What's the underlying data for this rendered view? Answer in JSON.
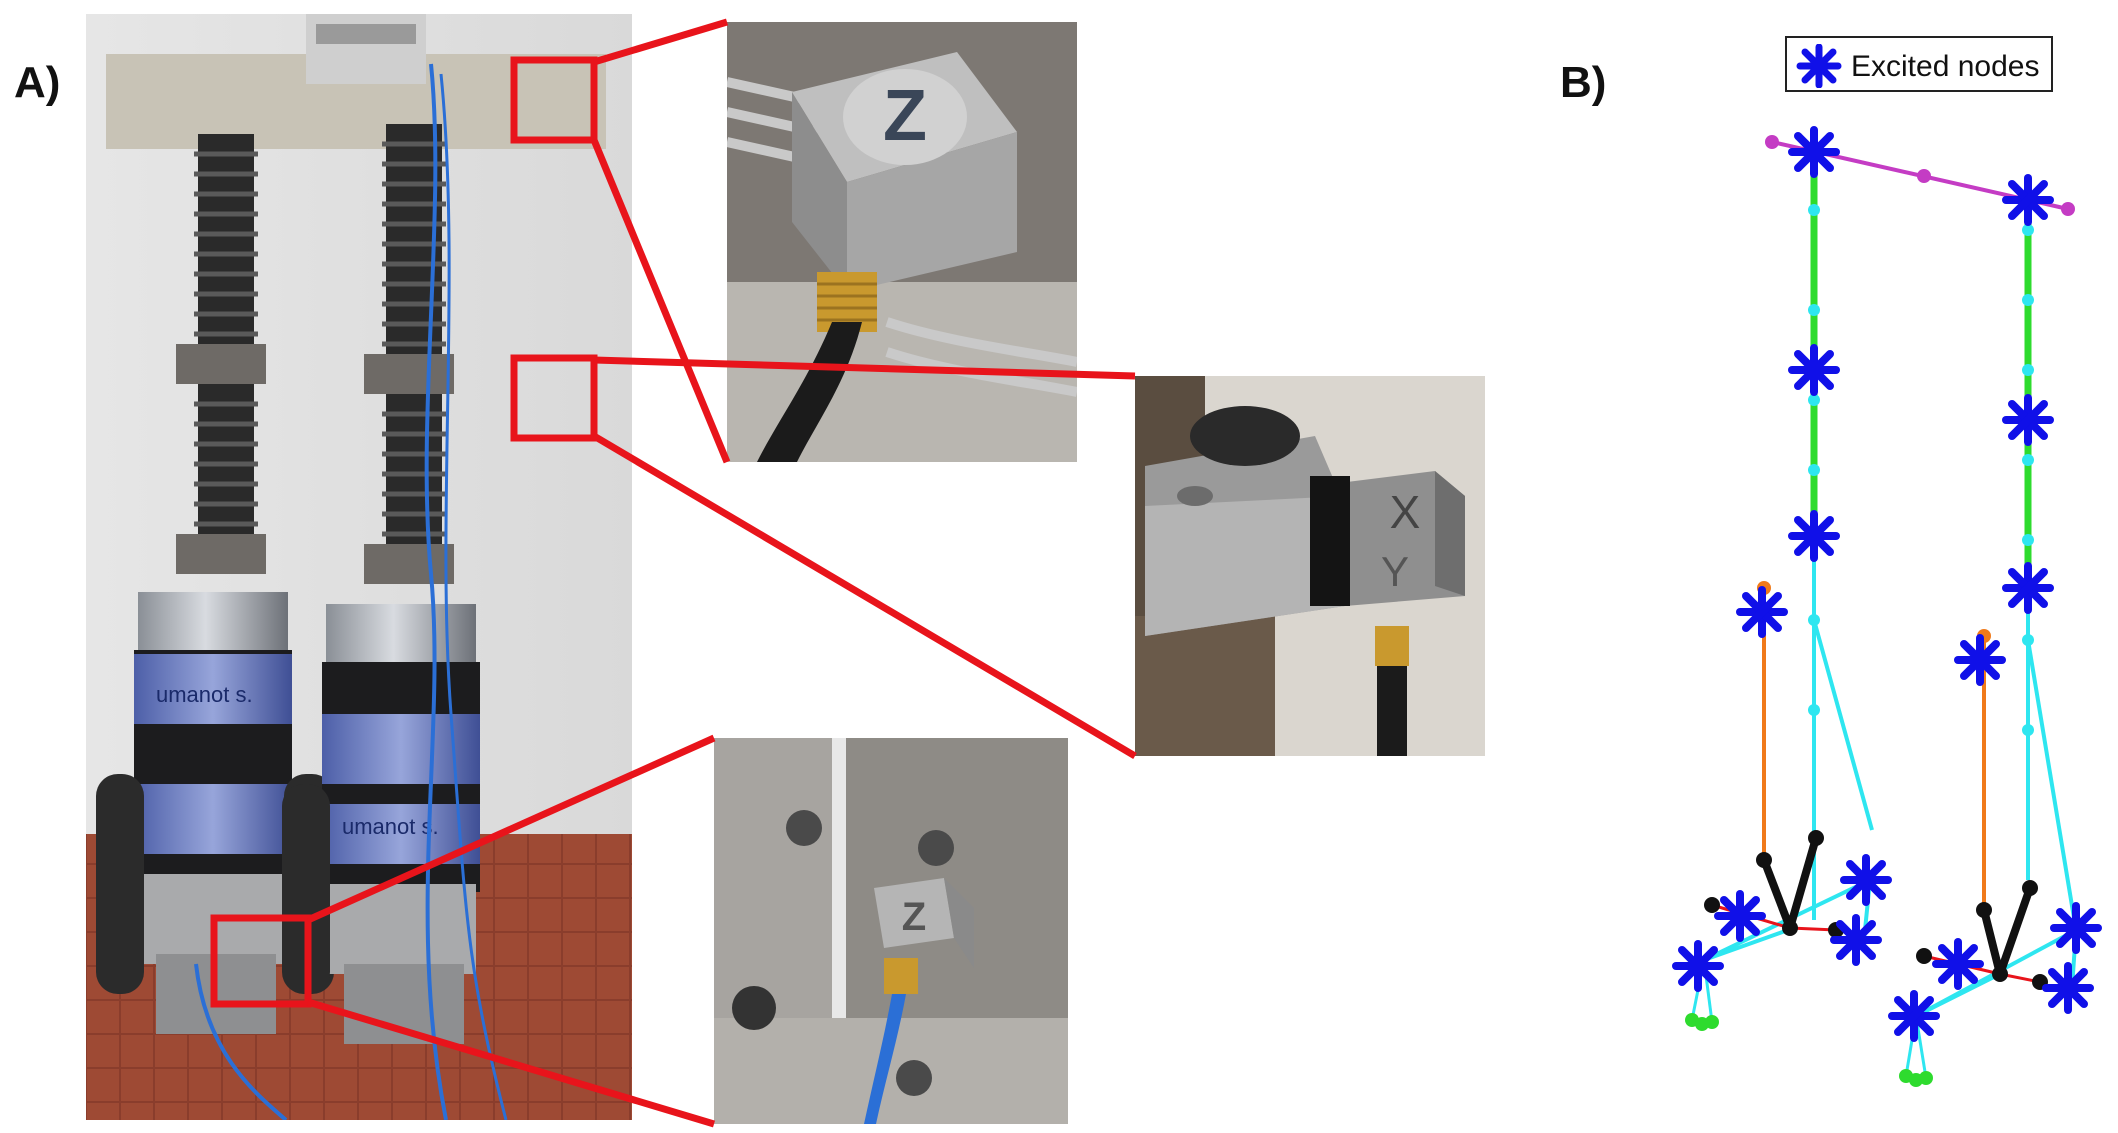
{
  "panels": {
    "a_label": "A)",
    "b_label": "B)"
  },
  "legend": {
    "entry": "Excited nodes"
  },
  "photo": {
    "motor_text_left": "umanot s.",
    "motor_text_right": "umanot s."
  },
  "sensors": {
    "top_axis": "Z",
    "middle_axis_1": "X",
    "middle_axis_2": "Y",
    "bottom_axis": "Z"
  },
  "colors": {
    "callout": "#e8141b",
    "excited_node": "#1010e8",
    "leg_thick": "#2edb2e",
    "leg_thin": "#2ee6f0",
    "pelvis": "#c43cc4",
    "orange_strut": "#f07a1a",
    "foot": "#111111"
  }
}
